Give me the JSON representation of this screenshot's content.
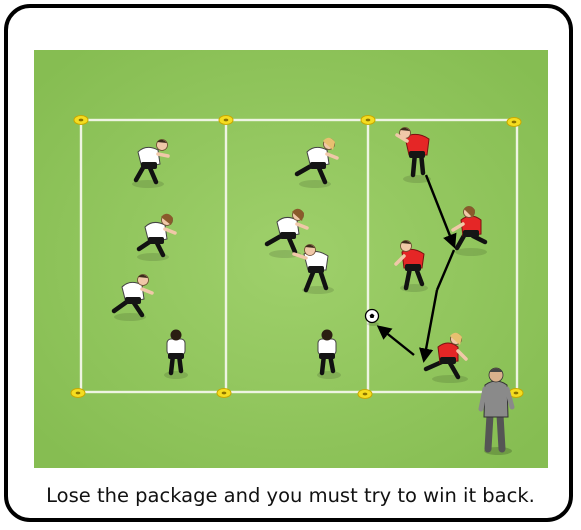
{
  "caption": "Lose the package and you must try to win it back.",
  "colors": {
    "grass": "#8cc258",
    "grass_light": "#9ccd68",
    "lines": "#ecf3df",
    "cones": "#f5dd20",
    "team_attack_shirt": "#e52626",
    "team_defend_shirt": "#ffffff",
    "shorts": "#151515",
    "coach": "#8a8a8a",
    "arrows": "#000000"
  },
  "icons": {
    "ball": "soccer-ball-icon",
    "cone": "marker-cone-icon",
    "coach": "coach-figure-icon"
  },
  "grid": {
    "columns": 3,
    "rows": 1
  }
}
